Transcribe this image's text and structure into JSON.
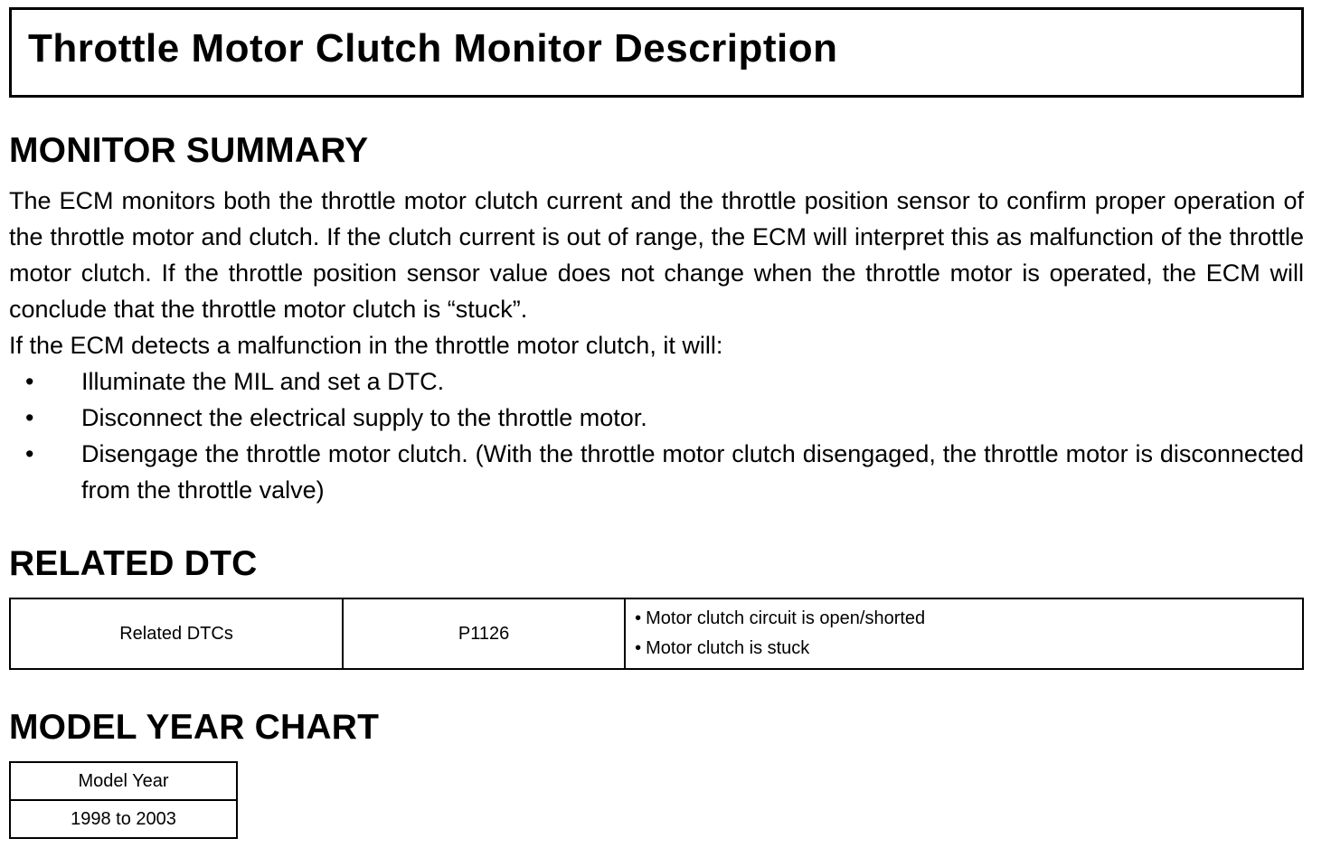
{
  "document": {
    "title": "Throttle Motor Clutch Monitor Description"
  },
  "monitor_summary": {
    "heading": "MONITOR SUMMARY",
    "paragraph": "The ECM monitors both the throttle motor clutch current and the throttle position sensor to confirm proper operation of the throttle motor and clutch. If the clutch current is out of range, the ECM will interpret this as malfunction of the throttle motor clutch. If the throttle position sensor value does not change when the throttle motor is operated, the ECM will conclude that the throttle motor clutch is “stuck”.",
    "intro": "If the ECM detects a malfunction in the throttle motor clutch, it will:",
    "bullets": [
      "Illuminate the MIL and set a DTC.",
      "Disconnect the electrical supply to the throttle motor.",
      "Disengage the throttle motor clutch. (With the throttle motor clutch disengaged, the throttle motor is disconnected from the throttle valve)"
    ]
  },
  "related_dtc": {
    "heading": "RELATED DTC",
    "table": {
      "label": "Related DTCs",
      "code": "P1126",
      "conditions": [
        "Motor clutch circuit is open/shorted",
        "Motor clutch is stuck"
      ]
    }
  },
  "model_year_chart": {
    "heading": "MODEL YEAR CHART",
    "table": {
      "header": "Model Year",
      "value": "1998 to 2003"
    }
  }
}
